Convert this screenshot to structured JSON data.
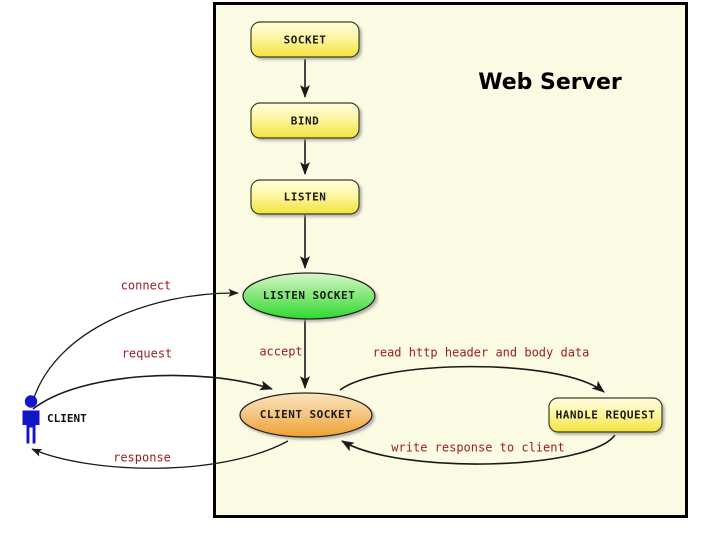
{
  "diagram": {
    "title": "Web Server",
    "background_color": "#ffffff",
    "server_panel_color": "#fbfbe4",
    "server_panel_border": "#000000",
    "label_color": "#9e1b1b",
    "nodes": {
      "socket": {
        "label": "SOCKET",
        "shape": "rounded-rect",
        "fill": "#fdf79b"
      },
      "bind": {
        "label": "BIND",
        "shape": "rounded-rect",
        "fill": "#fdf79b"
      },
      "listen": {
        "label": "LISTEN",
        "shape": "rounded-rect",
        "fill": "#fdf79b"
      },
      "listen_socket": {
        "label": "LISTEN SOCKET",
        "shape": "ellipse",
        "fill": "#5ce65c"
      },
      "client_socket": {
        "label": "CLIENT SOCKET",
        "shape": "ellipse",
        "fill": "#f0b053"
      },
      "handle_request": {
        "label": "HANDLE REQUEST",
        "shape": "rounded-rect",
        "fill": "#fdf79b"
      },
      "client": {
        "label": "CLIENT",
        "shape": "actor",
        "fill": "#1414c8"
      }
    },
    "edges": [
      {
        "id": "socket-to-bind",
        "label": "",
        "from": "socket",
        "to": "bind"
      },
      {
        "id": "bind-to-listen",
        "label": "",
        "from": "bind",
        "to": "listen"
      },
      {
        "id": "listen-to-listen-socket",
        "label": "",
        "from": "listen",
        "to": "listen_socket"
      },
      {
        "id": "client-to-listen-socket",
        "label": "connect",
        "from": "client",
        "to": "listen_socket"
      },
      {
        "id": "client-to-client-socket",
        "label": "request",
        "from": "client",
        "to": "client_socket"
      },
      {
        "id": "listen-socket-to-client-socket",
        "label": "accept",
        "from": "listen_socket",
        "to": "client_socket"
      },
      {
        "id": "client-socket-to-handle-request",
        "label": "read http header and body data",
        "from": "client_socket",
        "to": "handle_request"
      },
      {
        "id": "handle-request-to-client-socket",
        "label": "write response to client",
        "from": "handle_request",
        "to": "client_socket"
      },
      {
        "id": "client-socket-to-client",
        "label": "response",
        "from": "client_socket",
        "to": "client"
      }
    ]
  }
}
